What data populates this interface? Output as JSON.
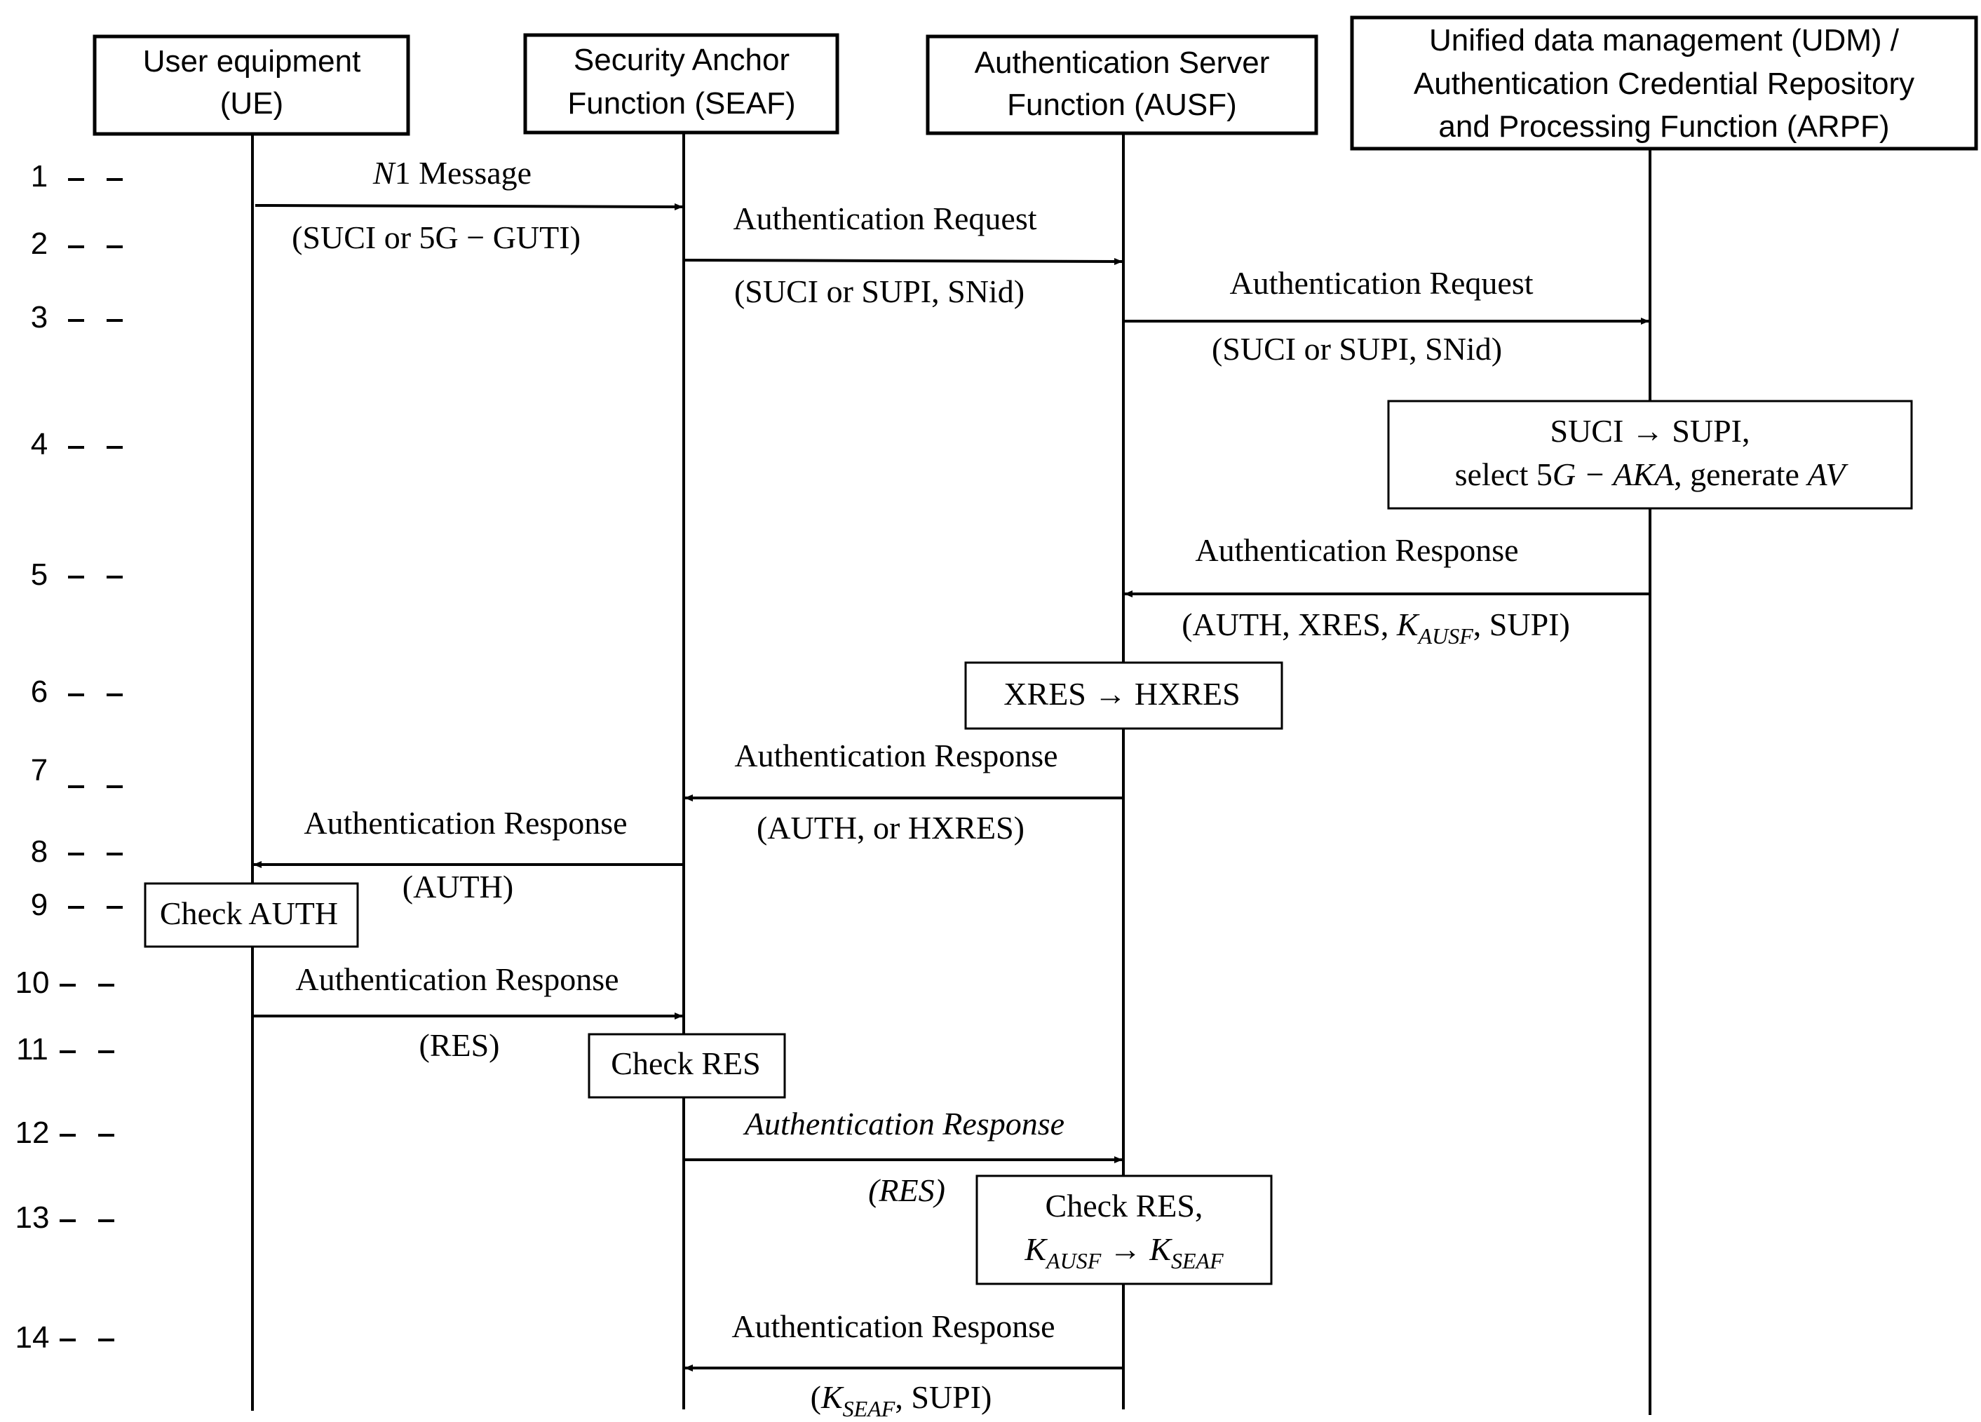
{
  "participants": [
    {
      "key": "ue",
      "lines": [
        "User equipment",
        "(UE)"
      ]
    },
    {
      "key": "seaf",
      "lines": [
        "Security Anchor",
        "Function (SEAF)"
      ]
    },
    {
      "key": "ausf",
      "lines": [
        "Authentication Server",
        "Function (AUSF)"
      ]
    },
    {
      "key": "udm",
      "lines": [
        "Unified data management (UDM) /",
        "Authentication Credential Repository",
        "and Processing Function (ARPF)"
      ]
    }
  ],
  "steps": [
    "1",
    "2",
    "3",
    "4",
    "5",
    "6",
    "7",
    "8",
    "9",
    "10",
    "11",
    "12",
    "13",
    "14"
  ],
  "messages": [
    {
      "step": "1",
      "from": "ue",
      "to": "seaf",
      "label_math": "N",
      "label": "1 Message",
      "params": "(SUCI or 5G − GUTI)"
    },
    {
      "step": "2",
      "from": "seaf",
      "to": "ausf",
      "label": "Authentication Request",
      "params": "(SUCI or SUPI, SNid)"
    },
    {
      "step": "3",
      "from": "ausf",
      "to": "udm",
      "label": "Authentication Request",
      "params": "(SUCI or SUPI, SNid)"
    },
    {
      "step": "5",
      "from": "udm",
      "to": "ausf",
      "label": "Authentication Response",
      "params_parts": [
        "(AUTH, XRES, ",
        "K",
        "AUSF",
        ", SUPI)"
      ]
    },
    {
      "step": "7",
      "from": "ausf",
      "to": "seaf",
      "label": "Authentication Response",
      "params": "(AUTH, or HXRES)"
    },
    {
      "step": "8",
      "from": "seaf",
      "to": "ue",
      "label": "Authentication Response",
      "params": "(AUTH)"
    },
    {
      "step": "10",
      "from": "ue",
      "to": "seaf",
      "label": "Authentication Response",
      "params": "(RES)"
    },
    {
      "step": "12",
      "from": "seaf",
      "to": "ausf",
      "label": "Authentication Response",
      "params": "(RES)"
    },
    {
      "step": "14",
      "from": "ausf",
      "to": "seaf",
      "label": "Authentication Response",
      "params_parts": [
        "(",
        "K",
        "SEAF",
        ", SUPI)"
      ]
    }
  ],
  "actions": {
    "udm_step4": {
      "line1": "SUCI  → SUPI,",
      "line2_prefix": "select 5",
      "line2_math": "G − AKA",
      "line2_mid": ", generate ",
      "line2_math2": "AV"
    },
    "ausf_step6": {
      "text": "XRES  → HXRES"
    },
    "ue_step9": {
      "text": "Check AUTH"
    },
    "seaf_step11": {
      "text": "Check RES"
    },
    "ausf_step13": {
      "line1": "Check RES,",
      "k1": "K",
      "k1_sub": "AUSF",
      "arrow": "  → ",
      "k2": "K",
      "k2_sub": "SEAF"
    }
  }
}
